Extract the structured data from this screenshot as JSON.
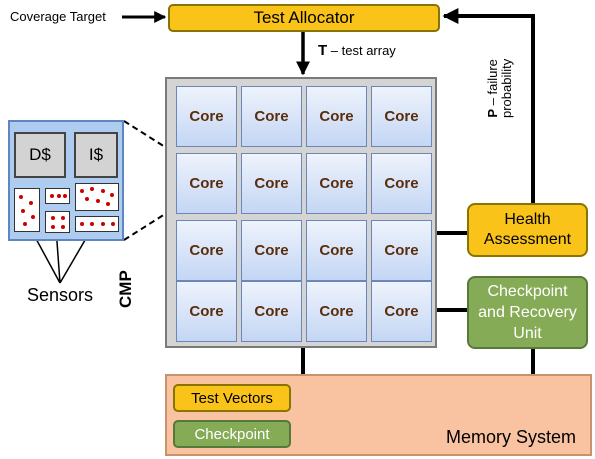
{
  "inputs": {
    "coverage_target": "Coverage Target"
  },
  "allocator": {
    "label": "Test Allocator"
  },
  "test_array": {
    "symbol": "T",
    "text": " – test array"
  },
  "failure_prob": {
    "symbol": "P",
    "line1": " – failure",
    "line2": "probability"
  },
  "cmp": {
    "label": "CMP",
    "cores": [
      "Core",
      "Core",
      "Core",
      "Core",
      "Core",
      "Core",
      "Core",
      "Core",
      "Core",
      "Core",
      "Core",
      "Core",
      "Core",
      "Core",
      "Core",
      "Core"
    ]
  },
  "zoom": {
    "dcache": "D$",
    "icache": "I$"
  },
  "sensors_label": "Sensors",
  "health": {
    "line1": "Health",
    "line2": "Assessment"
  },
  "checkpoint_unit": {
    "line1": "Checkpoint",
    "line2": "and Recovery",
    "line3": "Unit"
  },
  "memory": {
    "label": "Memory System",
    "test_vectors": "Test Vectors",
    "checkpoint": "Checkpoint"
  },
  "colors": {
    "yellow_block": "#f9c31a",
    "green_block": "#86ab56",
    "memory_bg": "#f9c2a0",
    "core_text": "#5a2d0c",
    "sensor_dot": "#cc0000"
  }
}
